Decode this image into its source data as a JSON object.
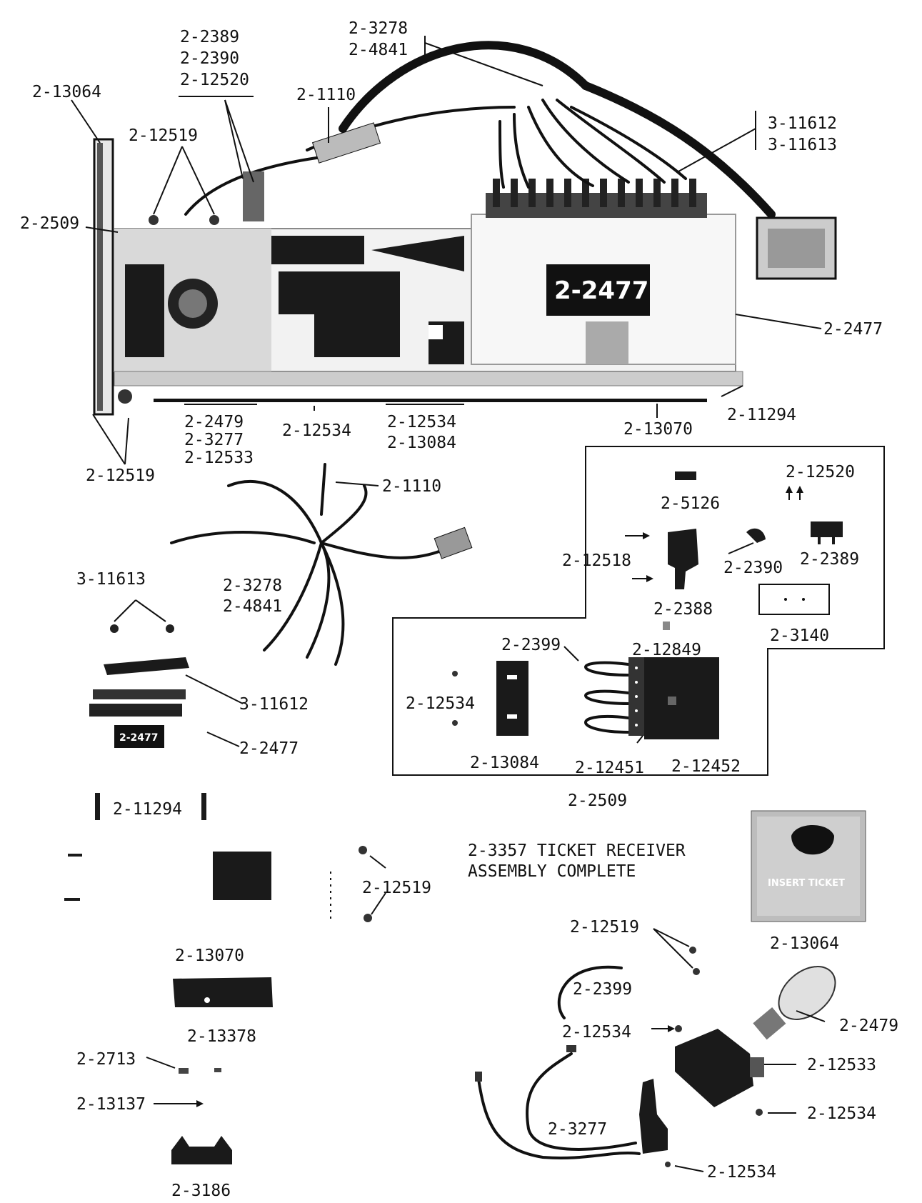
{
  "assembly": {
    "title_line1": "2-3357 TICKET RECEIVER",
    "title_line2": "ASSEMBLY COMPLETE",
    "plate_text": "2-2477",
    "small_plate_text": "2-2477",
    "insert_ticket_text": "INSERT TICKET"
  },
  "callouts": {
    "c13064_top": "2-13064",
    "c2389": "2-2389",
    "c2390": "2-2390",
    "c12520_top": "2-12520",
    "c3278_top": "2-3278",
    "c4841_top": "2-4841",
    "c1110_top": "2-1110",
    "c12519_top": "2-12519",
    "c11612_top": "3-11612",
    "c11613_top": "3-11613",
    "c2509_left": "2-2509",
    "c2477_right": "2-2477",
    "c11294_right": "2-11294",
    "c2479_a": "2-2479",
    "c3277_a": "2-3277",
    "c12533_a": "2-12533",
    "c12534_a": "2-12534",
    "c12534_b": "2-12534",
    "c13084_a": "2-13084",
    "c13070_a": "2-13070",
    "c12519_left": "2-12519",
    "c1110_mid": "2-1110",
    "c3278_mid": "2-3278",
    "c4841_mid": "2-4841",
    "c11613_mid": "3-11613",
    "c11612_mid": "3-11612",
    "c2477_mid": "2-2477",
    "c5126": "2-5126",
    "c12520_box": "2-12520",
    "c12518": "2-12518",
    "c2390_box": "2-2390",
    "c2389_box": "2-2389",
    "c2388": "2-2388",
    "c3140": "2-3140",
    "c2399_box": "2-2399",
    "c12849": "2-12849",
    "c12534_box": "2-12534",
    "c13084_box": "2-13084",
    "c12451": "2-12451",
    "c12452": "2-12452",
    "c2509_box": "2-2509",
    "c11294_mid": "2-11294",
    "c12519_mid": "2-12519",
    "c13070_mid": "2-13070",
    "c13378": "2-13378",
    "c2713": "2-2713",
    "c13137": "2-13137",
    "c3186": "2-3186",
    "c13064_bot": "2-13064",
    "c12519_bot": "2-12519",
    "c2399_bot": "2-2399",
    "c12534_bot1": "2-12534",
    "c2479_bot": "2-2479",
    "c12533_bot": "2-12533",
    "c12534_bot2": "2-12534",
    "c3277_bot": "2-3277",
    "c12534_bot3": "2-12534"
  }
}
